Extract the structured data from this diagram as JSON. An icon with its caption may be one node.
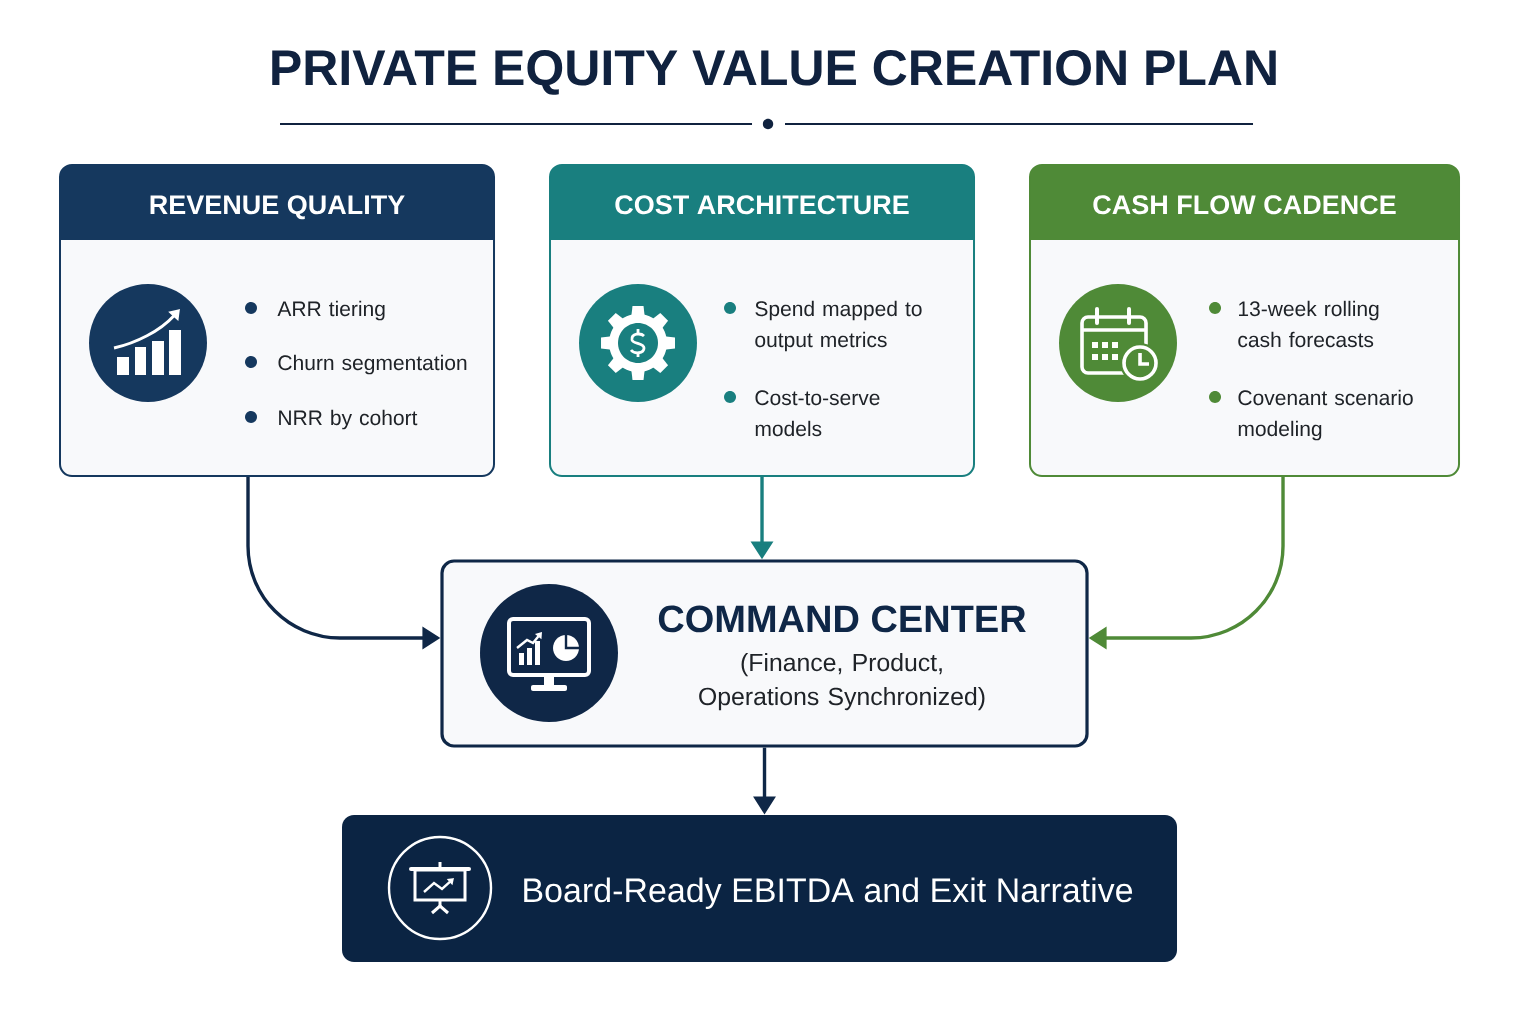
{
  "diagram": {
    "title": "PRIVATE EQUITY VALUE CREATION PLAN",
    "nodes": [
      {
        "text": [
          "REVENUE QUALITY",
          "ARR tiering",
          "Churn segmentation",
          "NRR by cohort"
        ]
      },
      {
        "text": [
          "COST ARCHITECTURE",
          "Spend mapped to output metrics",
          "Cost-to-serve models"
        ]
      },
      {
        "text": [
          "CASH FLOW CADENCE",
          "13-week rolling cash forecasts",
          "Covenant scenario modeling"
        ]
      },
      {
        "text": [
          "COMMAND CENTER",
          "(Finance, Product, Operations Synchronized)"
        ]
      },
      {
        "text": [
          "Board-Ready EBITDA and Exit Narrative"
        ]
      }
    ],
    "edges": [
      {
        "from": 0,
        "to": 3,
        "arrow": "to"
      },
      {
        "from": 1,
        "to": 3,
        "arrow": "to",
        "color": "#197f7f"
      },
      {
        "from": 2,
        "to": 3,
        "arrow": "to",
        "color": "#4f8a37"
      },
      {
        "from": 3,
        "to": 4,
        "arrow": "to"
      }
    ]
  }
}
